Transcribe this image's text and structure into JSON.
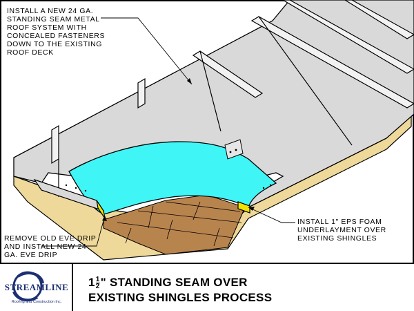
{
  "notes": {
    "top": "INSTALL A NEW 24 GA.\nSTANDING SEAM METAL\nROOF SYSTEM WITH\nCONCEALED FASTENERS\nDOWN TO THE EXISTING\nROOF DECK",
    "right": "INSTALL 1\" EPS FOAM\nUNDERLAYMENT OVER\nEXISTING SHINGLES",
    "left": "REMOVE OLD EVE DRIP\nAND INSTALL NEW 24\nGA. EVE DRIP"
  },
  "title": {
    "whole": "1",
    "numerator": "1",
    "denominator": "2",
    "line1_rest": "\" STANDING SEAM OVER",
    "line2": "EXISTING SHINGLES PROCESS"
  },
  "logo": {
    "brand": "STREAMLINE",
    "tagline": "Roofing and Construction Inc."
  },
  "colors": {
    "metal": "#d9d9d9",
    "foam": "#40f5f5",
    "deck": "#eed89a",
    "shingles": "#b8844e",
    "brand": "#1c2f73"
  }
}
